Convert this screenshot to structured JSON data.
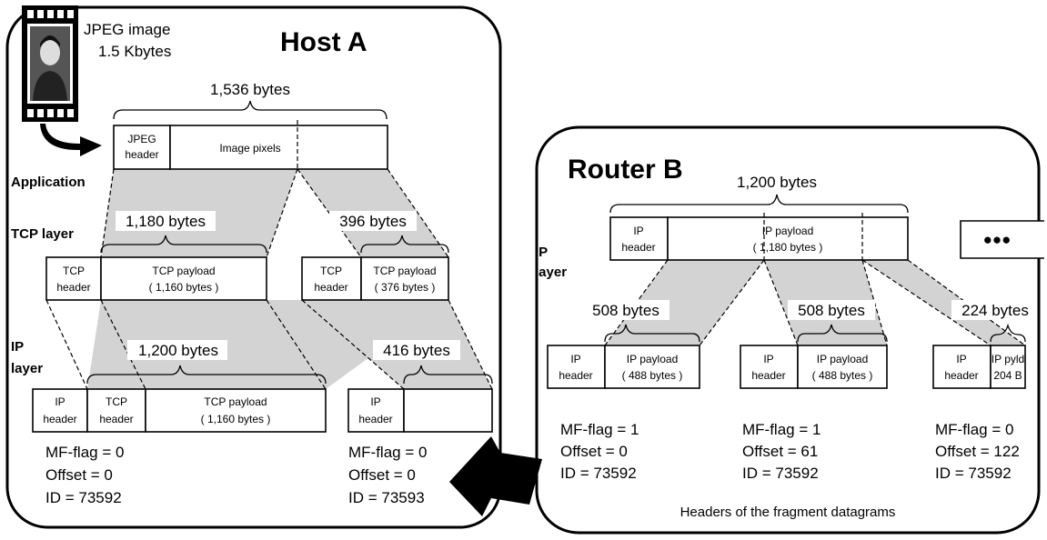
{
  "host_a": {
    "title": "Host A",
    "jpeg_caption": [
      "JPEG image",
      "1.5 Kbytes"
    ],
    "app_size": "1,536 bytes",
    "app_segments": [
      [
        "JPEG",
        "header"
      ],
      [
        "Image pixels"
      ]
    ],
    "layer_application": "Application",
    "layer_tcp": "TCP layer",
    "layer_ip": [
      "IP",
      "layer"
    ],
    "tcp_size_1": "1,180 bytes",
    "tcp_size_2": "396 bytes",
    "tcp_seg1": [
      [
        "TCP",
        "header"
      ],
      [
        "TCP payload",
        "( 1,160 bytes )"
      ]
    ],
    "tcp_seg2": [
      [
        "TCP",
        "header"
      ],
      [
        "TCP payload",
        "( 376 bytes )"
      ]
    ],
    "ip_size_1": "1,200 bytes",
    "ip_size_2": "416 bytes",
    "ip_dgram1": [
      [
        "IP",
        "header"
      ],
      [
        "TCP",
        "header"
      ],
      [
        "TCP payload",
        "( 1,160 bytes )"
      ]
    ],
    "ip_dgram2": [
      [
        "IP",
        "header"
      ],
      [
        ""
      ]
    ],
    "meta_1": [
      "MF-flag = 0",
      "Offset = 0",
      "ID  = 73592"
    ],
    "meta_2": [
      "MF-flag = 0",
      "Offset = 0",
      "ID  = 73593"
    ]
  },
  "router_b": {
    "title": "Router B",
    "in_size": "1,200 bytes",
    "in_dgram": [
      [
        "IP",
        "header"
      ],
      [
        "IP payload",
        "( 1,180 bytes )"
      ]
    ],
    "ellipsis": "●●●",
    "layer_ip": [
      "IP",
      "layer"
    ],
    "frag_sizes": [
      "508 bytes",
      "508 bytes",
      "224 bytes"
    ],
    "frag1": [
      [
        "IP",
        "header"
      ],
      [
        "IP payload",
        "( 488 bytes )"
      ]
    ],
    "frag2": [
      [
        "IP",
        "header"
      ],
      [
        "IP payload",
        "( 488 bytes )"
      ]
    ],
    "frag3": [
      [
        "IP",
        "header"
      ],
      [
        "IP pyld",
        "204 B"
      ]
    ],
    "meta_1": [
      "MF-flag = 1",
      "Offset  = 0",
      "ID = 73592"
    ],
    "meta_2": [
      "MF-flag = 1",
      "Offset  = 61",
      "ID = 73592"
    ],
    "meta_3": [
      "MF-flag = 0",
      "Offset  = 122",
      "ID = 73592"
    ],
    "caption": "Headers of the fragment datagrams"
  },
  "icons": [
    "film-strip-icon",
    "person-photo-icon",
    "curved-arrow-icon",
    "big-arrow-icon"
  ]
}
